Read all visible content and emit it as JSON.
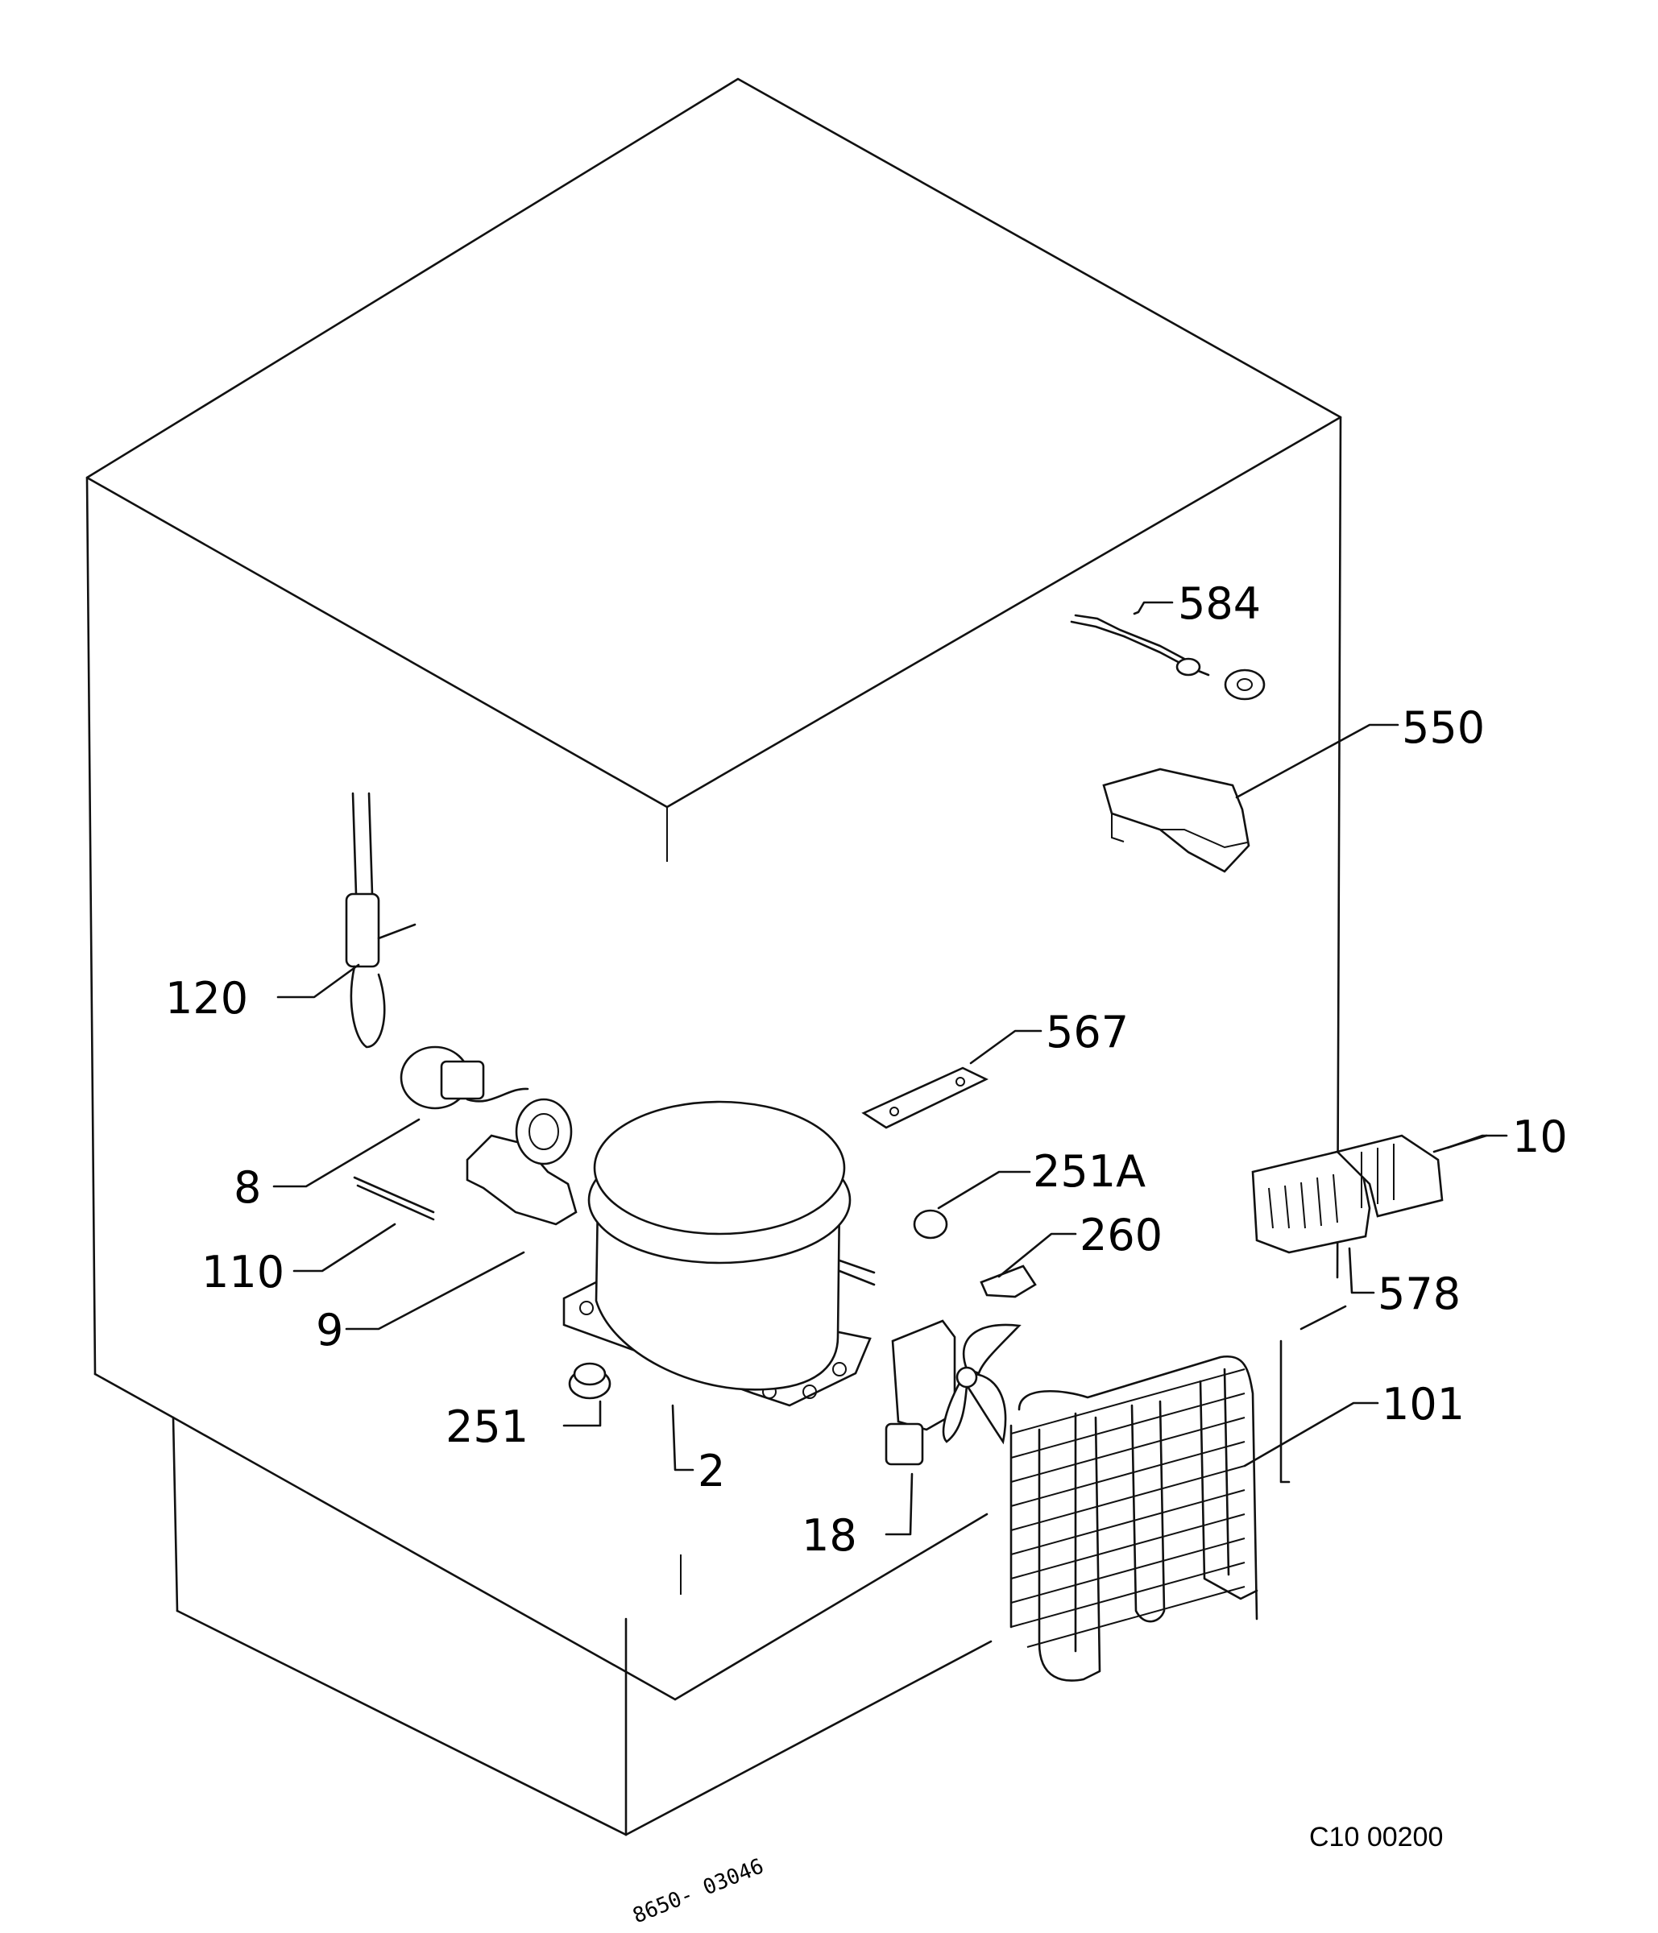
{
  "labels": {
    "584": "584",
    "550": "550",
    "120": "120",
    "567": "567",
    "10": "10",
    "251A": "251A",
    "8": "8",
    "260": "260",
    "110": "110",
    "578": "578",
    "9": "9",
    "101": "101",
    "251": "251",
    "2": "2",
    "18": "18"
  },
  "drawing_code": "C10 00200",
  "handwritten_number": "8650- 03046"
}
